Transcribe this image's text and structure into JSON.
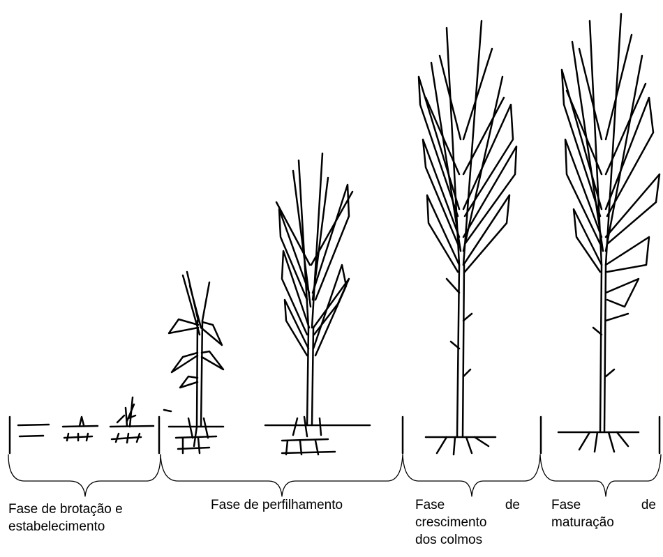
{
  "phases": [
    {
      "id": "brotacao",
      "lines": [
        "Fase de brotação e",
        "estabelecimento"
      ]
    },
    {
      "id": "perfilhamento",
      "lines": [
        "Fase de perfilhamento"
      ]
    },
    {
      "id": "crescimento",
      "lines": [
        [
          "Fase",
          "de"
        ],
        "crescimento",
        "dos colmos"
      ]
    },
    {
      "id": "maturacao",
      "lines": [
        [
          "Fase",
          "de"
        ],
        "maturação"
      ]
    }
  ],
  "ink_color": "#000000",
  "background_color": "#ffffff"
}
